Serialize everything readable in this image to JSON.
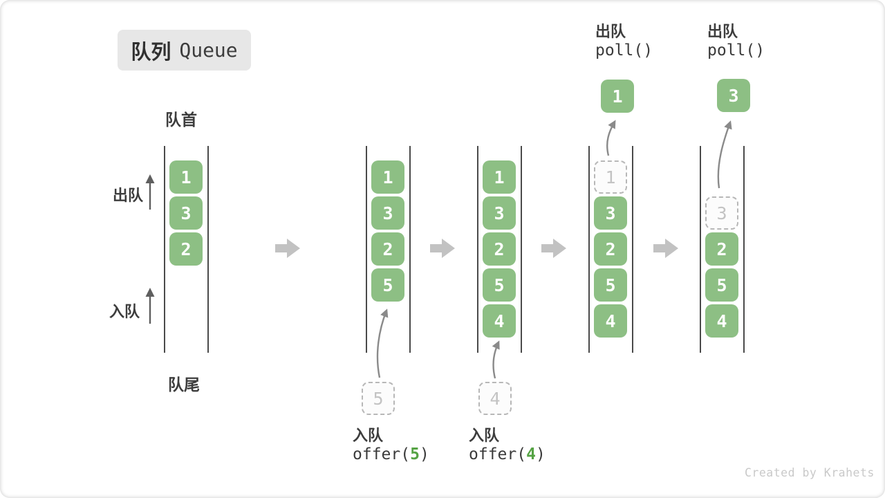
{
  "title": {
    "zh": "队列",
    "en": "Queue"
  },
  "labels": {
    "front": "队首",
    "rear": "队尾",
    "dequeue_direction": "出队",
    "enqueue_direction": "入队"
  },
  "ops": {
    "enqueue_zh": "入队",
    "dequeue_zh": "出队",
    "poll_code": "poll()",
    "offer_pre": "offer(",
    "offer_post": ")",
    "offer_arg_5": "5",
    "offer_arg_4": "4"
  },
  "states": [
    {
      "name": "initial queue",
      "blocks": [
        "1",
        "3",
        "2"
      ]
    },
    {
      "name": "after offer(5)",
      "blocks": [
        "1",
        "3",
        "2",
        "5"
      ],
      "incoming": "5"
    },
    {
      "name": "after offer(4)",
      "blocks": [
        "1",
        "3",
        "2",
        "5",
        "4"
      ],
      "incoming": "4"
    },
    {
      "name": "poll() removes 1",
      "removed": "1",
      "blocks": [
        "3",
        "2",
        "5",
        "4"
      ],
      "popped": "1"
    },
    {
      "name": "poll() removes 3",
      "removed": "3",
      "blocks": [
        "2",
        "5",
        "4"
      ],
      "popped": "3"
    }
  ],
  "credit": "Created by Krahets",
  "colors": {
    "block_green": "#8dbf84",
    "code_green": "#55a344",
    "flow_arrow_gray": "#c2c2c2",
    "pointer_arrow_gray": "#8a8a8a",
    "direction_arrow_dark": "#5f5f5f",
    "title_box_bg": "#e7e7e7"
  }
}
